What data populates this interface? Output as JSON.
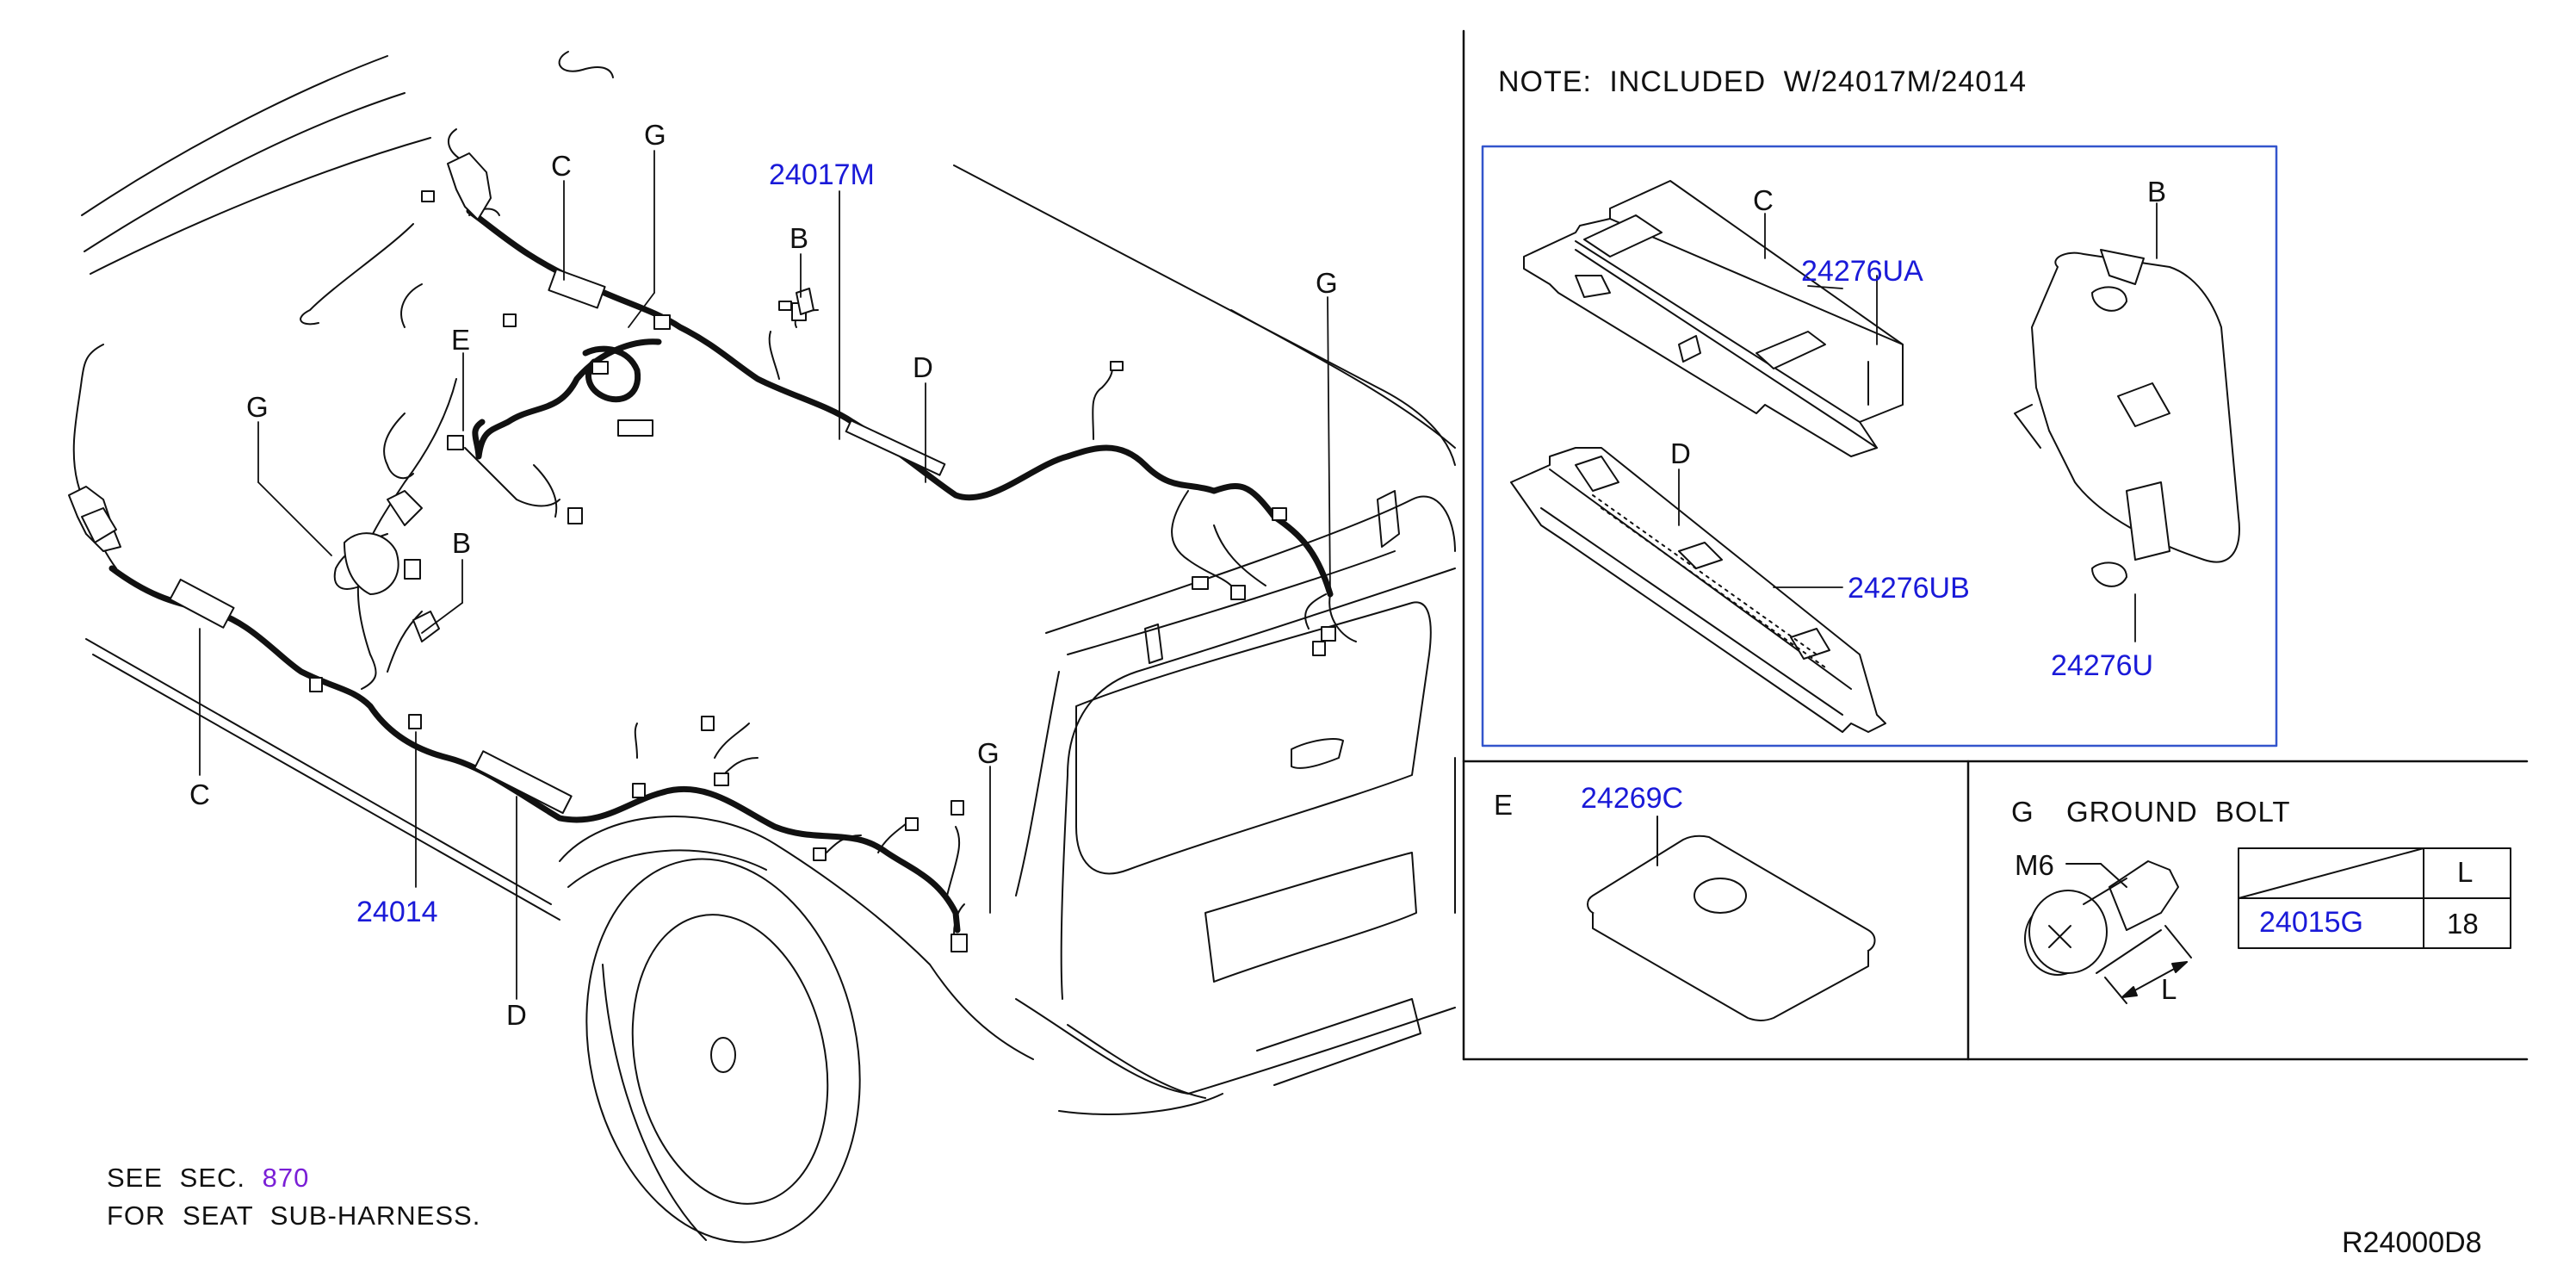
{
  "note": {
    "text": "NOTE:  INCLUDED  W/24017M/24014"
  },
  "callouts": {
    "c_top": "C",
    "g_top": "G",
    "part_24017M": "24017M",
    "b_top": "B",
    "d_top": "D",
    "g_right": "G",
    "e_left": "E",
    "g_left": "G",
    "b_left": "B",
    "c_bottom": "C",
    "part_24014": "24014",
    "d_bottom": "D",
    "g_bottom": "G"
  },
  "detail_cd": {
    "c_label": "C",
    "d_label": "D",
    "b_label": "B",
    "part_24276UA": "24276UA",
    "part_24276UB": "24276UB",
    "part_24276U": "24276U"
  },
  "detail_e": {
    "label": "E",
    "part": "24269C"
  },
  "detail_g": {
    "label": "G",
    "title": "GROUND  BOLT",
    "thread": "M6",
    "dim": "L",
    "table": {
      "header": "L",
      "part": "24015G",
      "value": "18"
    }
  },
  "footer": {
    "see": "SEE  SEC.",
    "section": "870",
    "for_text": "FOR  SEAT  SUB-HARNESS.",
    "ref": "R24000D8"
  },
  "colors": {
    "line": "#111111",
    "part_number": "#1a1ad8",
    "frame": "#3355cc",
    "section_link": "#7a1fd6"
  }
}
